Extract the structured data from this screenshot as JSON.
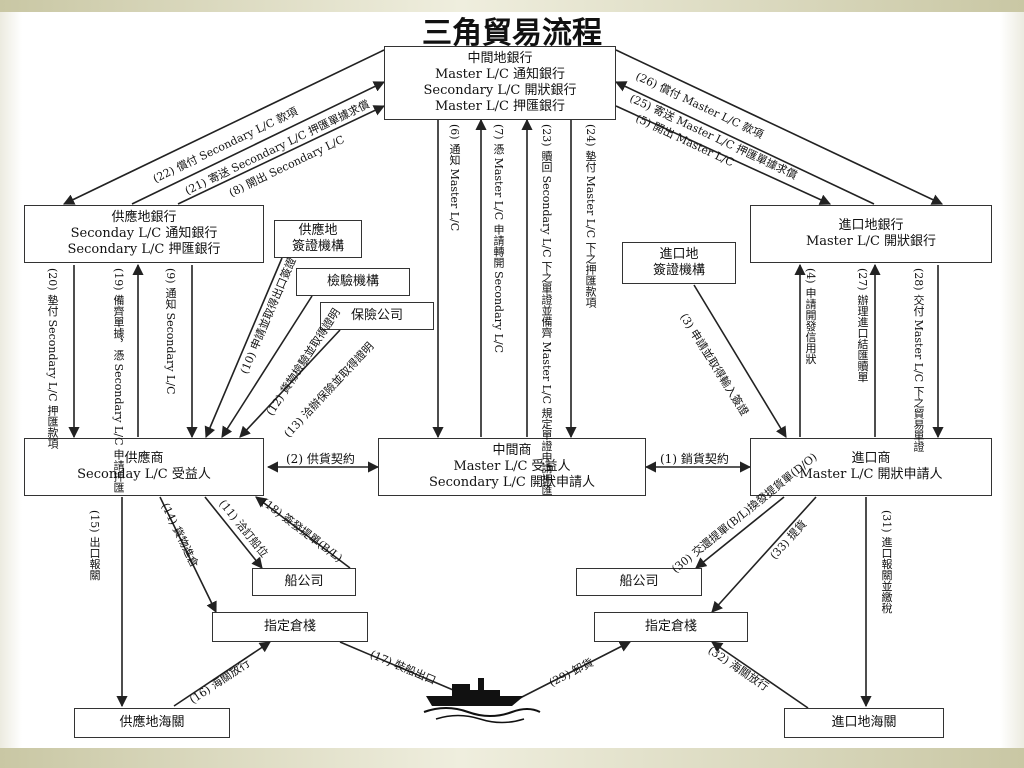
{
  "title": "三角貿易流程",
  "boxes": {
    "middle_bank": [
      "中間地銀行",
      "Master L/C 通知銀行",
      "Secondary L/C 開狀銀行",
      "Master L/C 押匯銀行"
    ],
    "supply_bank": [
      "供應地銀行",
      "Seconday L/C 通知銀行",
      "Secondary L/C 押匯銀行"
    ],
    "supply_visa": [
      "供應地",
      "簽證機構"
    ],
    "inspection": [
      "檢驗機構"
    ],
    "insurance": [
      "保險公司"
    ],
    "import_visa": [
      "進口地",
      "簽證機構"
    ],
    "import_bank": [
      "進口地銀行",
      "Master L/C 開狀銀行"
    ],
    "supplier": [
      "供應商",
      "Seconday L/C 受益人"
    ],
    "middleman": [
      "中間商",
      "Master L/C 受益人",
      "Secondary L/C 開狀申請人"
    ],
    "importer": [
      "進口商",
      "Master L/C 開狀申請人"
    ],
    "ship_left": [
      "船公司"
    ],
    "ship_right": [
      "船公司"
    ],
    "warehouse_left": [
      "指定倉棧"
    ],
    "warehouse_right": [
      "指定倉棧"
    ],
    "customs_left": [
      "供應地海關"
    ],
    "customs_right": [
      "進口地海關"
    ]
  },
  "labels": {
    "l20": "(20) 墊付 Secondary L/C 押匯款項",
    "l19": "(19) 備齊單據，憑 Secondary L/C 申請押匯",
    "l9": "(9) 通知 Secondary L/C",
    "l10": "(10) 申請並取得出口簽證",
    "l12": "(12) 貨物檢驗並取得證明",
    "l13": "(13) 洽辦保險並取得證明",
    "l6": "(6) 通知 Master L/C",
    "l7": "(7) 憑 Master L/C 申請轉開 Secondary L/C",
    "l23": "(23) 贖回 Secondary L/C 下之單證並備齊 Master L/C 規定單證申請押匯",
    "l24": "(24) 墊付 Master L/C 下之押匯款項",
    "l3": "(3) 申請並取得輸入簽證",
    "l4": "(4) 申請開發信用狀",
    "l27": "(27) 辦理進口結匯贖單",
    "l28": "(28) 交付 Master L/C 下之貿易單證",
    "l2": "(2) 供貨契約",
    "l1": "(1) 銷貨契約",
    "l15": "(15) 出口報關",
    "l14": "(14) 貨物進倉",
    "l11": "(11) 洽訂船位",
    "l18": "(18) 簽發提單(B/L)",
    "l16": "(16) 海關放行",
    "l17": "(17) 裝船出口",
    "l29": "(29) 卸貨",
    "l30": "(30) 交還提單(B/L)換發提貨單(D/O)",
    "l31": "(31) 進口報關並繳稅",
    "l32": "(32) 海關放行",
    "l33": "(33) 提貨",
    "l22": "(22) 償付 Secondary L/C 款項",
    "l21": "(21) 寄送 Secondary L/C 押匯單據求償",
    "l8": "(8) 開出 Secondary L/C",
    "l26": "(26) 償付 Master L/C 款項",
    "l25": "(25) 寄送 Master L/C 押匯單據求償",
    "l5": "(5) 開出 Master L/C"
  },
  "colors": {
    "line": "#222222",
    "band": "#c9c7a4"
  }
}
